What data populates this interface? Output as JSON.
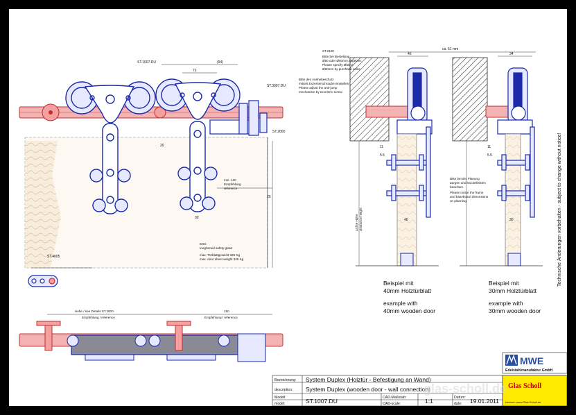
{
  "drawing": {
    "labels": {
      "st1007": "ST.1007.DU",
      "st1007b": "ST.1007.DU",
      "st3007": "ST.3007.DU",
      "st2000": "ST.2000",
      "st2100": "ST.2100",
      "st4005": "ST.4005",
      "dim_94": "(94)",
      "dim_72": "72",
      "dim_20": "20",
      "dim_30": "30",
      "min130": "min. 130",
      "min130_de": "Empfehlung",
      "min130_en": "reference",
      "esg": "ESG",
      "esg_en": "toughened safety glass",
      "weight_de": "max. Türblattgewicht 325 Kg",
      "weight_en": "max. door sheet weight 325 Kg",
      "dim_46": "46",
      "dim_34": "34",
      "dim_51": "ca. 51 mm",
      "dim_55a": "5.5",
      "dim_55b": "5.5",
      "dim_11": "11",
      "dim_11b": "11",
      "dim_40": "40",
      "dim_30b": "30",
      "note_bracket_de1": "Bitte bei Bestellung",
      "note_bracket_de2": "Ø50 oder Ø60mm angeben.",
      "note_bracket_en1": "Please specify Ø50 or",
      "note_bracket_en2": "Ø60mm by purchase order.",
      "note_jump_de1": "Bitte den Aushebeschutz",
      "note_jump_de2": "mittels Exzenterschraube einstellen.",
      "note_jump_en1": "Please adjust the anti-jump",
      "note_jump_en2": "mechanism by eccentric screw.",
      "note_plan_de1": "Bitte bei der Planung",
      "note_plan_de2": "Zargen und Sockelleisten",
      "note_plan_de3": "beachten.",
      "note_plan_en1": "Please notice the frame",
      "note_plan_en2": "and baseboard dimensions",
      "note_plan_en3": "on planning.",
      "clearance": "Lichte Höhe",
      "clearance_en": "clearance height",
      "sieh_de": "siehe / see Details ST.2000",
      "sieh_en": "Empfehlung / reference",
      "dim_150": "150",
      "dim_150_en": "Empfehlung / reference",
      "side_note": "Technische Änderungen vorbehalten - subject to change without notice!"
    },
    "examples": [
      {
        "de1": "Beispiel mit",
        "de2": "40mm Holztürblatt",
        "en1": "example with",
        "en2": "40mm wooden door"
      },
      {
        "de1": "Beispiel mit",
        "de2": "30mm Holztürblatt",
        "en1": "example with",
        "en2": "30mm wooden door"
      }
    ]
  },
  "title_block": {
    "bez_label": "Bezeichnung:",
    "desc_label": "description:",
    "bez_value": "System Duplex (Holztür - Befestigung an Wand)",
    "desc_value": "System Duplex (wooden door - wall connection)",
    "modell_label": "Modell:",
    "model_label": "model:",
    "model_value": "ST.1007.DU",
    "cad_label": "CAD-Maßstab:",
    "cad_label_en": "CAD-scale:",
    "cad_value": "1:1",
    "datum_label": "Datum:",
    "date_label": "date:",
    "date_value": "19.01.2011"
  },
  "logo": {
    "brand": "MWE",
    "company": "Edelstahlmanufaktur GmbH",
    "dealer": "Glas Scholl",
    "dealer_web": "Internet: www.Glas-Scholl.de",
    "watermark": "glas-scholl.de"
  },
  "colors": {
    "hardware": "#2233cc",
    "rail": "#e85050",
    "wall_hatch": "#222222",
    "title_yellow": "#ffea00"
  }
}
